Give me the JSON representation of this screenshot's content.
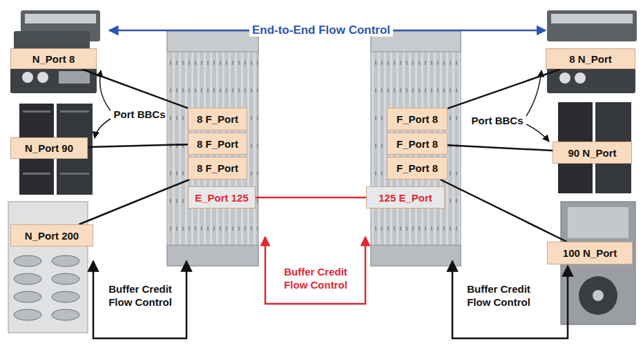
{
  "diagram": {
    "nodes": [
      {
        "text": [
          "N_Port 8"
        ]
      },
      {
        "text": [
          "N_Port 90"
        ]
      },
      {
        "text": [
          "N_Port 200"
        ]
      },
      {
        "text": [
          "8 F_Port"
        ]
      },
      {
        "text": [
          "8 F_Port"
        ]
      },
      {
        "text": [
          "8 F_Port"
        ]
      },
      {
        "text": [
          "E_Port 125"
        ]
      },
      {
        "text": [
          "F_Port 8"
        ]
      },
      {
        "text": [
          "F_Port 8"
        ]
      },
      {
        "text": [
          "F_Port 8"
        ]
      },
      {
        "text": [
          "125 E_Port"
        ]
      },
      {
        "text": [
          "8 N_Port"
        ]
      },
      {
        "text": [
          "90 N_Port"
        ]
      },
      {
        "text": [
          "100 N_Port"
        ]
      }
    ],
    "edges": [
      {
        "from": 0,
        "to": 3,
        "arrow": "none"
      },
      {
        "from": 1,
        "to": 4,
        "arrow": "none"
      },
      {
        "from": 2,
        "to": 5,
        "arrow": "none"
      },
      {
        "from": 6,
        "to": 10,
        "arrow": "none"
      },
      {
        "from": 7,
        "to": 11,
        "arrow": "none"
      },
      {
        "from": 8,
        "to": 12,
        "arrow": "none"
      },
      {
        "from": 9,
        "to": 13,
        "arrow": "none"
      }
    ],
    "labels": [
      "End-to-End Flow Control",
      "Port BBCs",
      "Port BBCs",
      "Buffer Credit Flow Control",
      "Buffer Credit Flow Control",
      "Buffer Credit Flow Control"
    ]
  }
}
